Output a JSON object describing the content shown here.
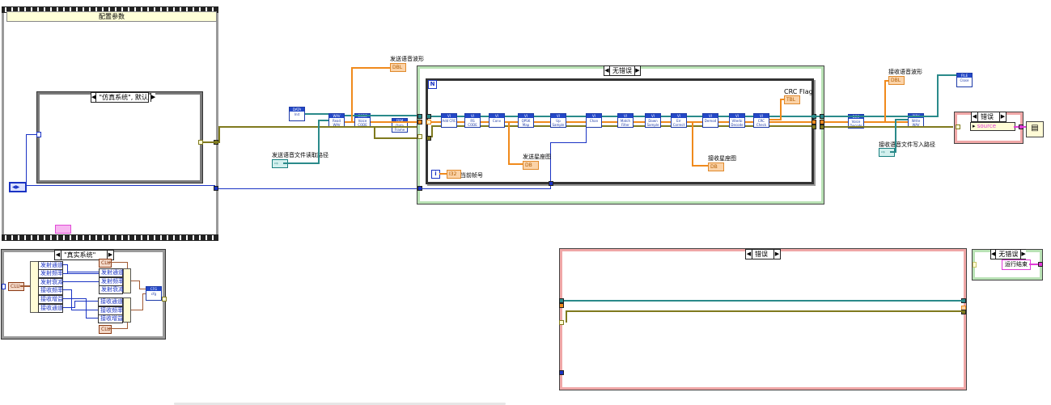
{
  "diagram": {
    "config_sequence": {
      "title": "配置参数",
      "inner_case_selector": "\"仿真系统\", 默认",
      "enum_constant": "◀▶",
      "path_constant_icon": "path-constant"
    },
    "real_system_case": {
      "selector": "\"真实系统\"",
      "unbundle_items": [
        "发射通道",
        "发射频率",
        "发射衰减",
        "接收频率",
        "接收增益",
        "接收通道"
      ],
      "tx_bundle_items": [
        "发射通道",
        "发射频率",
        "发射衰减"
      ],
      "rx_bundle_items": [
        "接收通道",
        "接收频率",
        "接收增益"
      ],
      "cluster_const_label": "CLU",
      "subvi_label": "cfg"
    },
    "transmit": {
      "waveform_indicator_label": "发送语音波形",
      "waveform_indicator_type": "DBL",
      "read_path_label": "发送语音文件读取路径",
      "subvis": [
        "Init",
        "Read WAV",
        "Voice CODE",
        "Data Frame"
      ]
    },
    "main_case": {
      "selector": "无错误",
      "loop_count_terminal": "N",
      "loop_index_terminal": "i",
      "frame_number_label": "当前帧号",
      "frame_number_type": "I32",
      "tx_constellation_label": "发送星座图",
      "tx_constellation_type": "DB",
      "rx_constellation_label": "接收星座图",
      "rx_constellation_type": "DB",
      "crc_flag_label": "CRC Flag",
      "crc_flag_type": "TBL",
      "subvis": [
        "Add CRC",
        "RS CODE",
        "Conv",
        "QPSK Map",
        "Up Sample",
        "Chan",
        "Match Filter",
        "Down Sample",
        "Err Correct",
        "Demod",
        "Viterbi Decode",
        "CRC Check"
      ]
    },
    "receive": {
      "waveform_indicator_label": "接收语音波形",
      "waveform_indicator_type": "DBL",
      "write_path_label": "接收语音文件写入路径",
      "subvis": [
        "Voice Decode",
        "Write WAV",
        "Close"
      ]
    },
    "error_case_small": {
      "selector": "错误",
      "source_label": "source"
    },
    "error_case_large": {
      "selector": "错误"
    },
    "no_error_case": {
      "selector": "无错误",
      "result_label": "运行结束"
    }
  }
}
